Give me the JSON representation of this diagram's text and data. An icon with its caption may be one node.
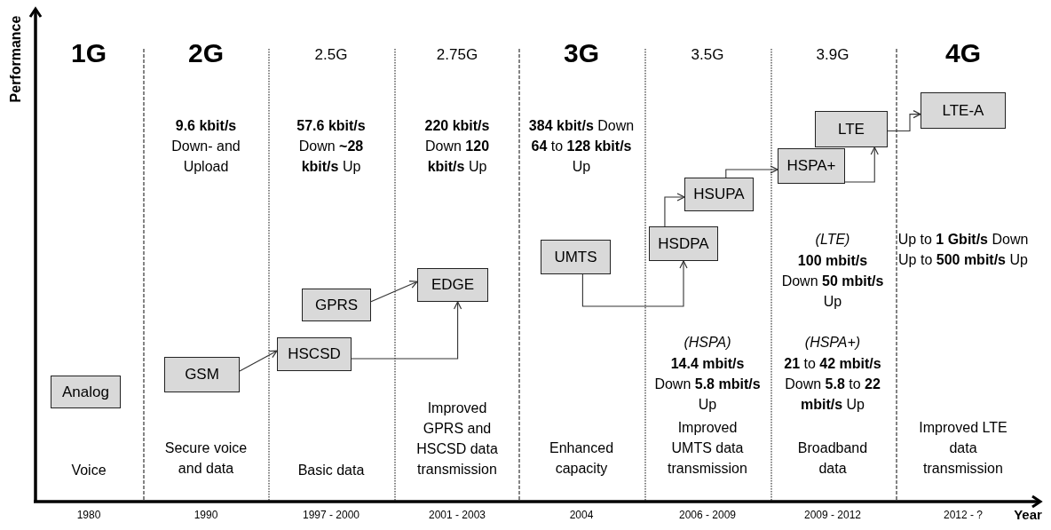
{
  "diagram": {
    "nodes": [
      {
        "text": [
          "Analog"
        ]
      },
      {
        "text": [
          "GSM"
        ]
      },
      {
        "text": [
          "GPRS"
        ]
      },
      {
        "text": [
          "HSCSD"
        ]
      },
      {
        "text": [
          "EDGE"
        ]
      },
      {
        "text": [
          "UMTS"
        ]
      },
      {
        "text": [
          "HSDPA"
        ]
      },
      {
        "text": [
          "HSUPA"
        ]
      },
      {
        "text": [
          "HSPA+"
        ]
      },
      {
        "text": [
          "LTE"
        ]
      },
      {
        "text": [
          "LTE-A"
        ]
      }
    ],
    "edges": [
      {
        "from": 1,
        "to": 3,
        "arrow": "to"
      },
      {
        "from": 2,
        "to": 4,
        "arrow": "to"
      },
      {
        "from": 3,
        "to": 4,
        "arrow": "to"
      },
      {
        "from": 5,
        "to": 6,
        "arrow": "to"
      },
      {
        "from": 6,
        "to": 7,
        "arrow": "to"
      },
      {
        "from": 7,
        "to": 8,
        "arrow": "to"
      },
      {
        "from": 8,
        "to": 9,
        "arrow": "to"
      },
      {
        "from": 9,
        "to": 10,
        "arrow": "to"
      }
    ],
    "labels": [
      "Performance",
      "1G",
      "2G",
      "2.5G",
      "2.75G",
      "3G",
      "3.5G",
      "3.9G",
      "4G",
      "**9.6 kbit/s** Down- and Upload",
      "**57.6 kbit/s** Down **~28 kbit/s** Up",
      "**220 kbit/s** Down **120 kbit/s** Up",
      "**384 kbit/s** Down **64** to **128 kbit/s** Up",
      "(LTE)",
      "**100 mbit/s** Down **50 mbit/s** Up",
      "Up to **1 Gbit/s** Down Up to **500 mbit/s** Up",
      "(HSPA)",
      "(HSPA+)",
      "**14.4 mbit/s** Down **5.8 mbit/s** Up",
      "**21** to **42 mbit/s** Down **5.8** to **22 mbit/s** Up",
      "Improved GPRS and HSCSD data transmission",
      "Improved UMTS data transmission",
      "Broadband data",
      "Improved LTE data transmission",
      "Voice",
      "Secure voice and data",
      "Basic data",
      "Enhanced capacity",
      "1980",
      "1990",
      "1997 - 2000",
      "2001 - 2003",
      "2004",
      "2006 - 2009",
      "2009 - 2012",
      "2012 - ?",
      "Year"
    ]
  }
}
